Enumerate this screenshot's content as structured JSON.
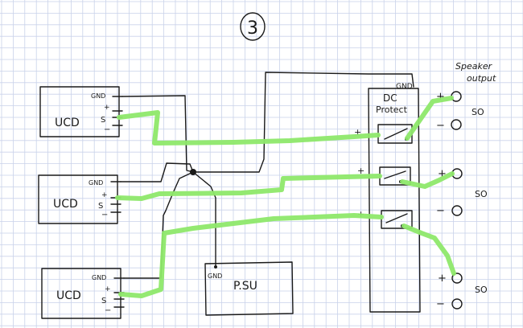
{
  "title_number": "3",
  "ucd_label": "UCD",
  "gnd_label": "GND",
  "s_label": "S",
  "plus": "+",
  "minus": "−",
  "psu_label": "P.SU",
  "dc_protect_line1": "DC",
  "dc_protect_line2": "Protect",
  "speaker_output_line1": "Speaker",
  "speaker_output_line2": "output",
  "so_label": "SO",
  "colors": {
    "ink": "#1a1a1a",
    "trace": "#8ee86a",
    "grid": "#c9d2ea",
    "paper": "#ffffff"
  }
}
